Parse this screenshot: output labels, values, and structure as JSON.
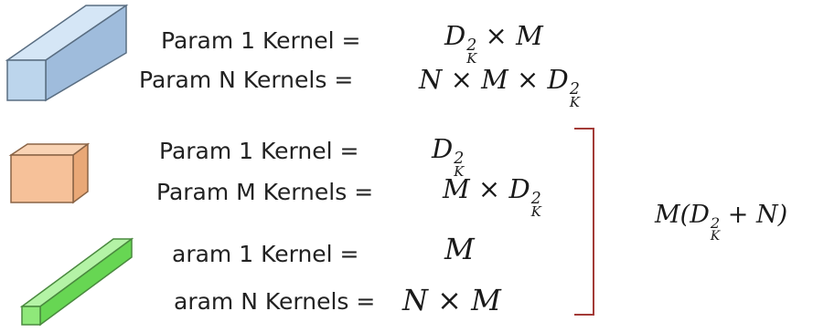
{
  "standard": {
    "label_one": "Param 1 Kernel =",
    "label_n": "Param N Kernels =",
    "formula_one": {
      "D": "D",
      "sup": "2",
      "sub": "K",
      "rest": " × M"
    },
    "formula_n": {
      "pre": "N × M  × ",
      "D": "D",
      "sup": "2",
      "sub": "K"
    }
  },
  "depthwise": {
    "label_one": "Param 1 Kernel =",
    "label_m": "Param M Kernels =",
    "formula_one": {
      "D": "D",
      "sup": "2",
      "sub": "K"
    },
    "formula_m": {
      "pre": "M × ",
      "D": "D",
      "sup": "2",
      "sub": "K"
    }
  },
  "pointwise": {
    "label_one": "aram 1 Kernel =",
    "label_n": "aram N Kernels =",
    "formula_one": "M",
    "formula_n": "N × M"
  },
  "sum": {
    "pre": "M(",
    "D": "D",
    "sup": "2",
    "sub": "K",
    "post": " + N)"
  },
  "colors": {
    "blue_kernel": "#bcd5ec",
    "orange_kernel": "#f6c199",
    "green_kernel": "#8fe87a",
    "bracket": "#a33b37"
  },
  "icons": [
    "blue-cuboid-icon",
    "orange-cube-icon",
    "green-bar-icon"
  ]
}
